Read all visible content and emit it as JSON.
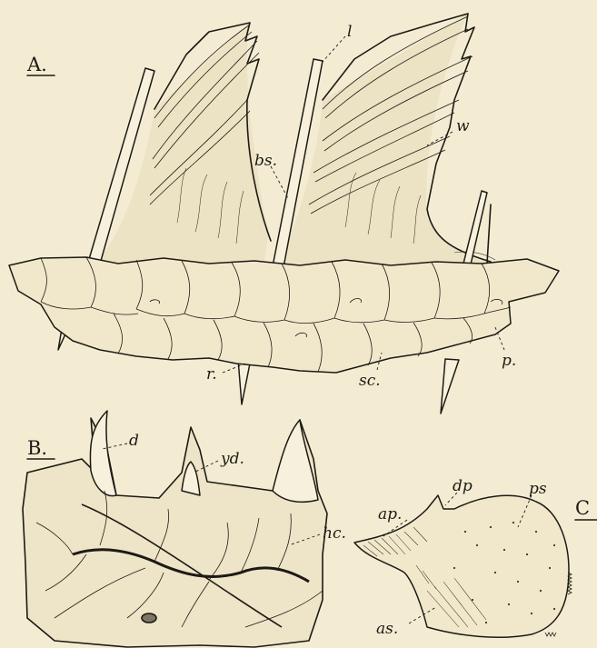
{
  "panels": {
    "a": {
      "letter": "A.",
      "labels": {
        "l": "l",
        "w": "w",
        "bs": "bs.",
        "r": "r.",
        "sc": "sc.",
        "p": "p."
      }
    },
    "b": {
      "letter": "B.",
      "labels": {
        "d": "d",
        "yd": "yd.",
        "hc": "hc."
      }
    },
    "c": {
      "letter": "C",
      "labels": {
        "ap": "ap.",
        "dp": "dp",
        "ps": "ps",
        "as": "as."
      }
    }
  },
  "colors": {
    "paper": "#f3ecd3",
    "ink": "#1d1a14"
  }
}
